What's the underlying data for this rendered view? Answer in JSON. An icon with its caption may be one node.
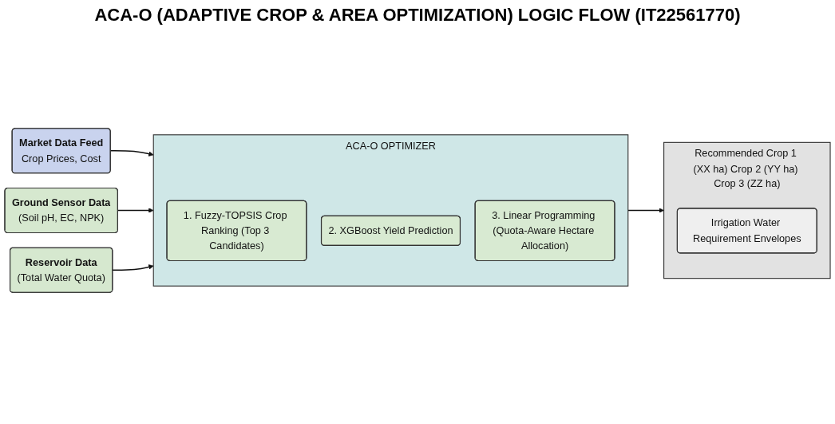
{
  "diagram": {
    "title": "ACA-O (ADAPTIVE CROP & AREA OPTIMIZATION) LOGIC FLOW (IT22561770)",
    "nodes": [
      {
        "text": [
          "Market Data Feed",
          "Crop Prices, Cost"
        ]
      },
      {
        "text": [
          "Ground Sensor Data",
          "(Soil pH, EC, NPK)"
        ]
      },
      {
        "text": [
          "Reservoir Data",
          "(Total Water Quota)"
        ]
      },
      {
        "text": [
          "ACA-O OPTIMIZER"
        ]
      },
      {
        "text": [
          "1. Fuzzy-TOPSIS Crop Ranking (Top 3 Candidates)"
        ],
        "in": 3
      },
      {
        "text": [
          "2. XGBoost Yield Prediction"
        ],
        "in": 3
      },
      {
        "text": [
          "3. Linear Programming (Quota-Aware Hectare Allocation)"
        ],
        "in": 3
      },
      {
        "text": [
          "Recommended Crop 1 (XX ha) Crop 2 (YY ha) Crop 3 (ZZ ha)"
        ]
      },
      {
        "text": [
          "Irrigation Water Requirement Envelopes"
        ],
        "in": 7
      }
    ],
    "edges": [
      {
        "from": 0,
        "to": 3,
        "arrow": "to"
      },
      {
        "from": 1,
        "to": 3,
        "arrow": "to"
      },
      {
        "from": 2,
        "to": 3,
        "arrow": "to"
      },
      {
        "from": 3,
        "to": 7,
        "arrow": "to"
      }
    ]
  }
}
